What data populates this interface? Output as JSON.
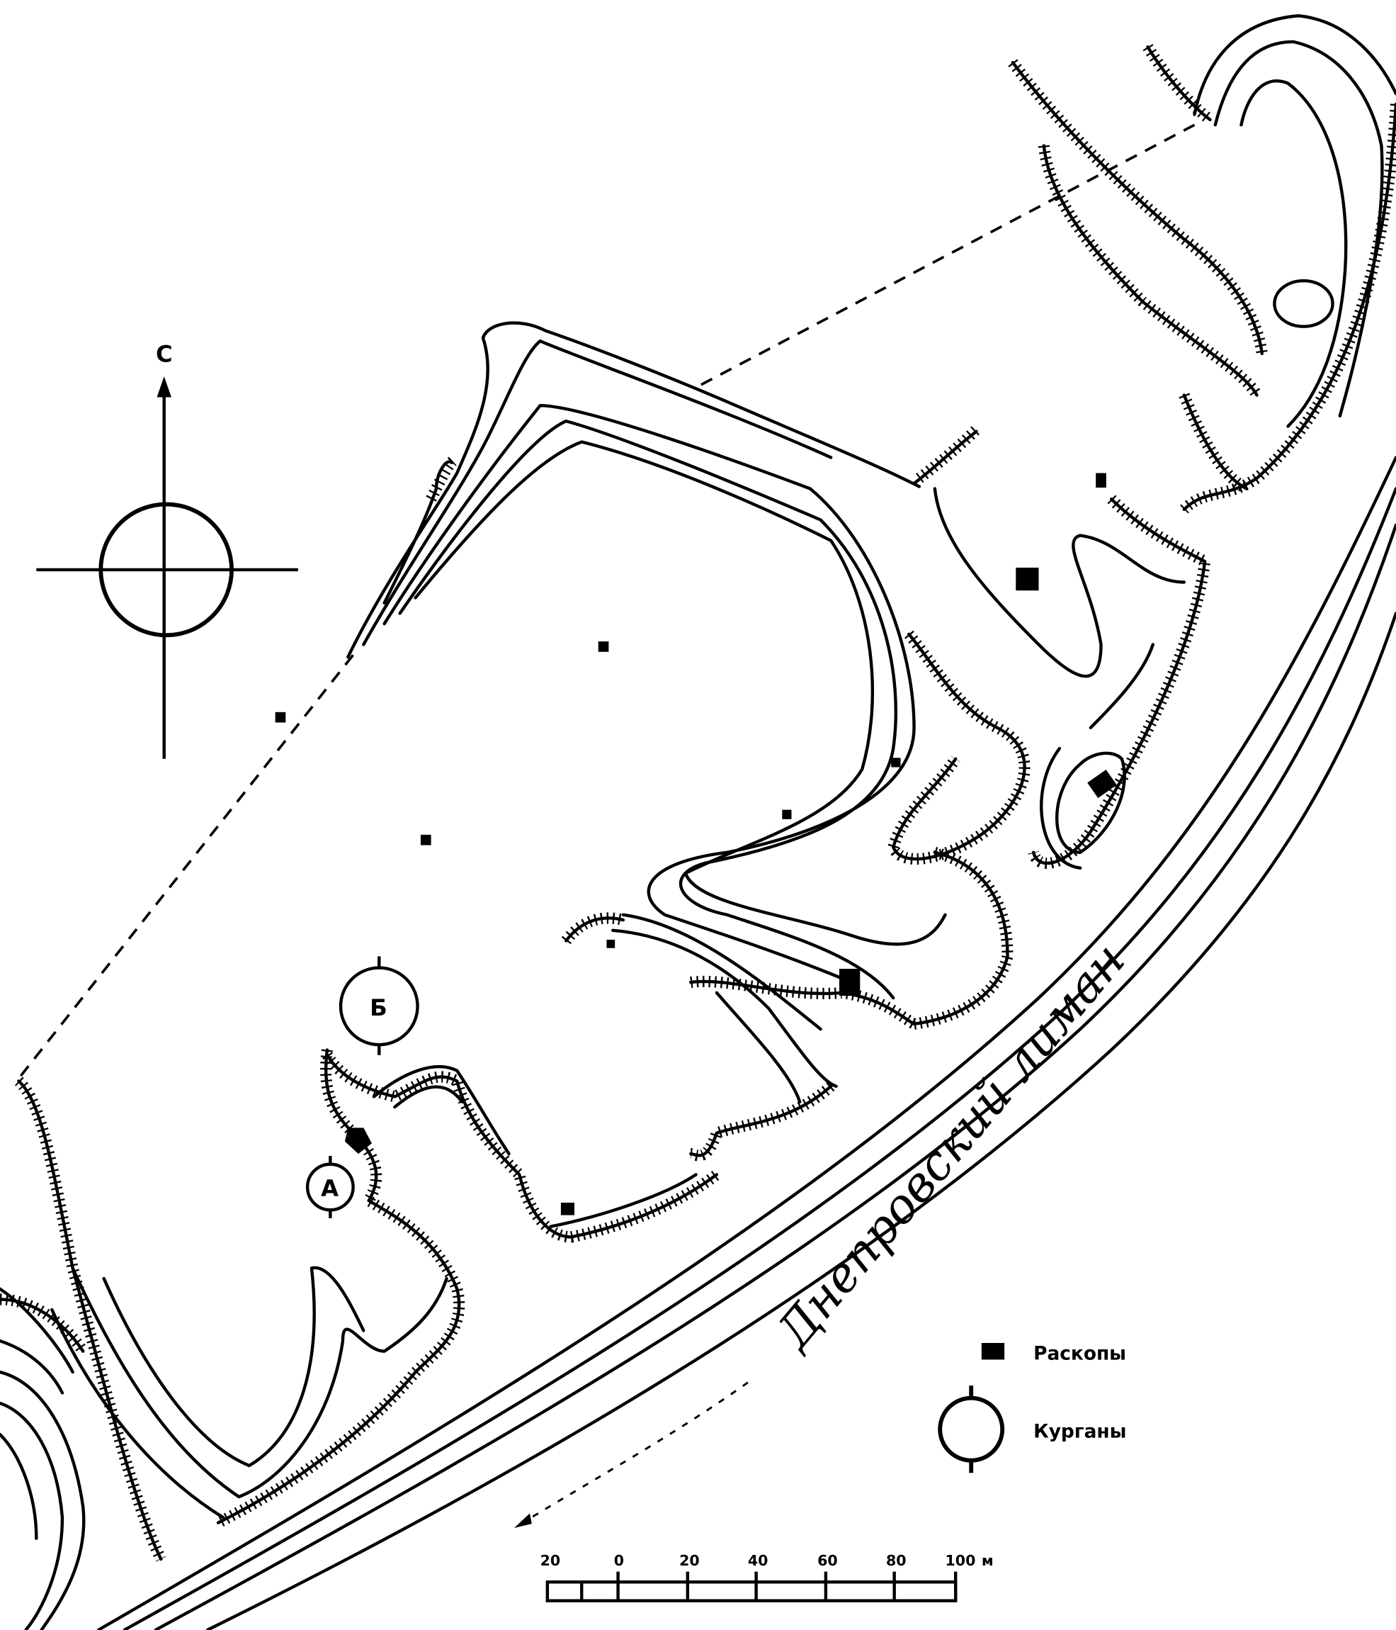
{
  "compass": {
    "north_label": "С"
  },
  "kurgans": [
    {
      "label": "А"
    },
    {
      "label": "Б"
    }
  ],
  "river_label": "Днепровский лиман",
  "legend": {
    "excavations": "Раскопы",
    "kurgans": "Курганы"
  },
  "scale_bar": {
    "ticks": [
      "20",
      "0",
      "20",
      "40",
      "60",
      "80",
      "100"
    ],
    "unit": "м"
  },
  "colors": {
    "ink": "#000000",
    "paper": "#ffffff"
  }
}
